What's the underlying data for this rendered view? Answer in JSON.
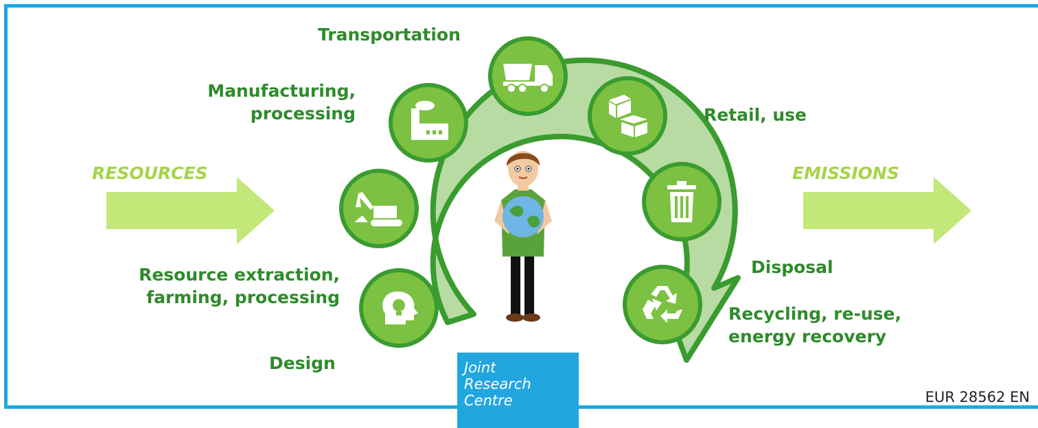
{
  "inputs": {
    "left": "RESOURCES",
    "right": "EMISSIONS"
  },
  "stages": [
    {
      "id": "design",
      "label": "Design",
      "icon": "head-lightbulb-icon"
    },
    {
      "id": "extraction",
      "label_lines": [
        "Resource extraction,",
        "farming, processing"
      ],
      "icon": "excavator-icon"
    },
    {
      "id": "manufacturing",
      "label_lines": [
        "Manufacturing,",
        "processing"
      ],
      "icon": "factory-icon"
    },
    {
      "id": "transportation",
      "label": "Transportation",
      "icon": "dump-truck-icon"
    },
    {
      "id": "retail",
      "label": "Retail, use",
      "icon": "boxes-icon"
    },
    {
      "id": "disposal",
      "label": "Disposal",
      "icon": "trash-bin-icon"
    },
    {
      "id": "recycling",
      "label_lines": [
        "Recycling, re-use,",
        "energy recovery"
      ],
      "icon": "recycle-icon"
    }
  ],
  "logo": {
    "lines": [
      "Joint",
      "Research",
      "Centre"
    ]
  },
  "report_code": "EUR 28562 EN",
  "colors": {
    "frame": "#1aa9e4",
    "label_green": "#2e8b2a",
    "light_green": "#a6d34a",
    "circle_green": "#7cc142",
    "logo_blue": "#22a6df"
  }
}
